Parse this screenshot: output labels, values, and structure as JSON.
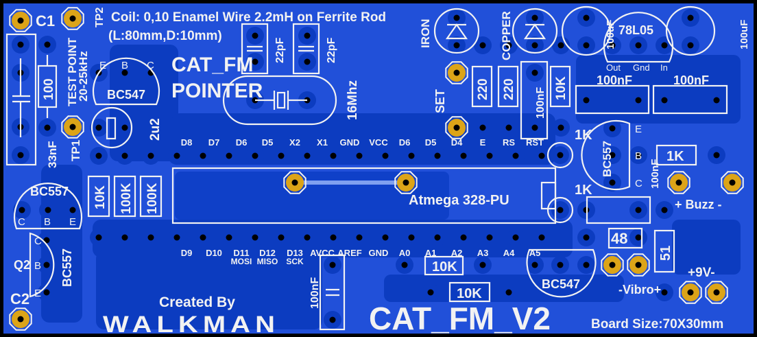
{
  "board": {
    "colors": {
      "board": "#2150d9",
      "pour": "#0c3cc0",
      "silk": "#f2f2f2",
      "gold": "#dca418",
      "border": "#000000"
    },
    "title": "CAT_FM",
    "subtitle": "POINTER",
    "version": "CAT_FM_V2",
    "coil_note": "Coil: 0,10 Enamel Wire 2.2mH on Ferrite Rod",
    "coil_dims": "(L:80mm,D:10mm)",
    "created_by": "Created By",
    "logo": "WALKMAN",
    "board_size": "Board Size:70X30mm",
    "ic_label": "Atmega 328-PU"
  },
  "labels": {
    "c1": "C1",
    "c2": "C2",
    "tp1": "TP1",
    "tp2": "TP2",
    "test_point": "TEST POINT",
    "freq": "20-25kHz",
    "r100": "100",
    "c33n": "33nF",
    "bc547_top": "BC547",
    "e": "E",
    "b": "B",
    "c": "C",
    "cap_2u2": "2u2",
    "c22p_1": "22pF",
    "c22p_2": "22pF",
    "xtal": "16Mhz",
    "bc557_left": "BC557",
    "q2": "Q2",
    "bc557_q2": "BC557",
    "r10k_1": "10K",
    "r100k_1": "100K",
    "r100k_2": "100K",
    "c100n_bottom": "100nF",
    "r10k_a1": "10K",
    "r10k_a2": "10K",
    "bc547_bottom": "BC547",
    "vibro": "-Vibro+",
    "r48": "48",
    "r51": "51",
    "power": "+9V-",
    "buzz": "+ Buzz -",
    "r1k_1": "1K",
    "r1k_2": "1K",
    "r1k_3": "1K",
    "bc557_right": "BC557",
    "c100n_right": "100nF",
    "iron": "IRON",
    "copper": "COPPER",
    "set": "SET",
    "r220_1": "220",
    "r220_2": "220",
    "r10k_top": "10K",
    "c100n_rst": "100nF",
    "c100u_1": "100uF",
    "c100u_2": "100uF",
    "reg": "78L05",
    "reg_out": "Out",
    "reg_gnd": "Gnd",
    "reg_in": "In",
    "c100n_a": "100nF",
    "c100n_b": "100nF"
  },
  "header_top": [
    "D8",
    "D7",
    "D6",
    "D5",
    "X2",
    "X1",
    "GND",
    "VCC",
    "D6",
    "D5",
    "D4",
    "E",
    "RS",
    "RST"
  ],
  "header_bottom": [
    "D9",
    "D10",
    "D11",
    "D12",
    "D13",
    "AVCC",
    "AREF",
    "GND",
    "A0",
    "A1",
    "A2",
    "A3",
    "A4",
    "A5"
  ],
  "header_bottom_sub": [
    "MOSI",
    "MISO",
    "SCK"
  ]
}
